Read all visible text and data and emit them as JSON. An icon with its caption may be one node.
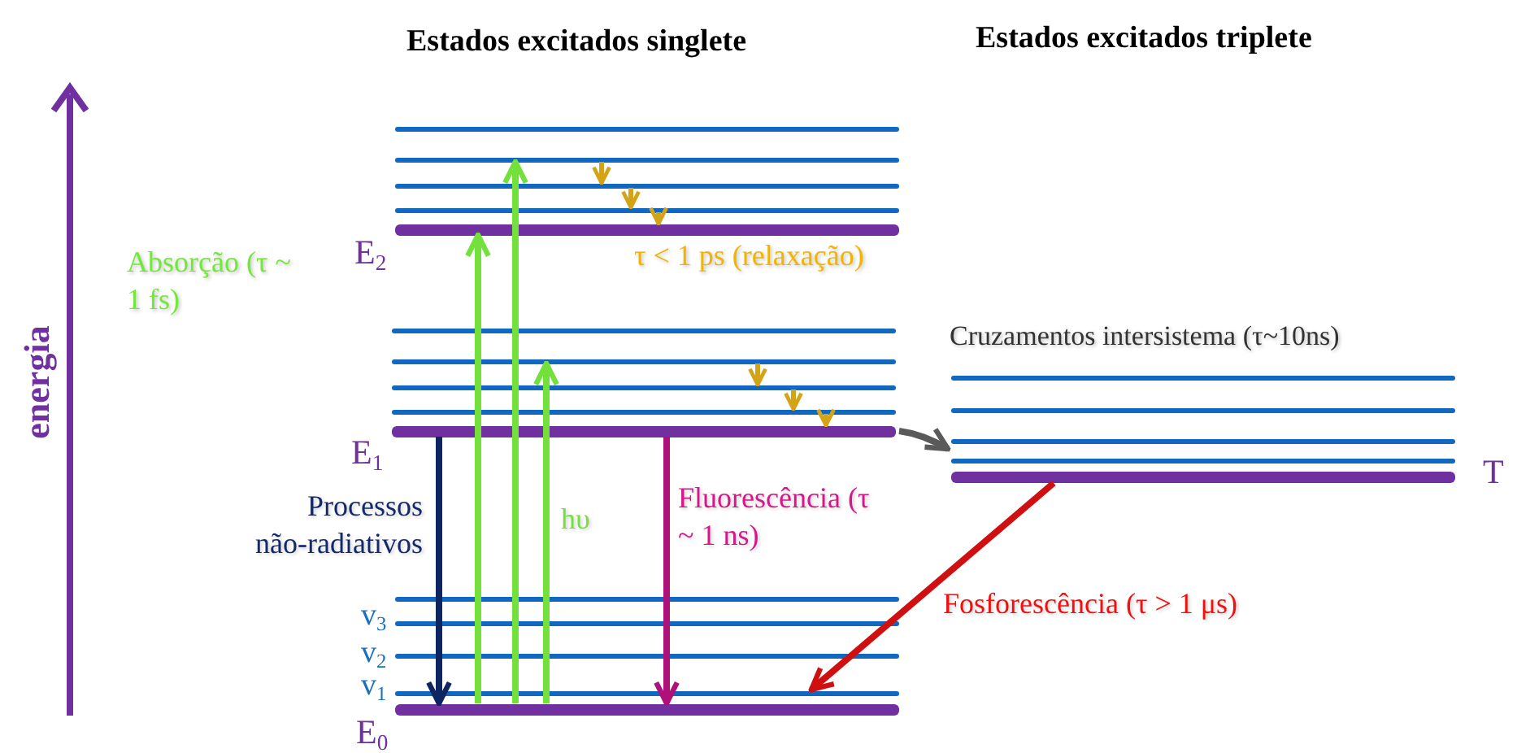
{
  "diagram": {
    "nodes": [
      {
        "text": [],
        "shape": "bar"
      },
      {
        "text": [],
        "shape": "bar"
      },
      {
        "text": [],
        "shape": "bar"
      },
      {
        "text": [],
        "shape": "bar"
      },
      {
        "text": [],
        "shape": "bar",
        "beside": [
          "E$_{2}$"
        ]
      },
      {
        "text": [],
        "shape": "bar"
      },
      {
        "text": [],
        "shape": "bar"
      },
      {
        "text": [],
        "shape": "bar"
      },
      {
        "text": [],
        "shape": "bar"
      },
      {
        "text": [],
        "shape": "bar",
        "beside": [
          "E$_{1}$"
        ]
      },
      {
        "text": [],
        "shape": "bar"
      },
      {
        "text": [],
        "shape": "bar"
      },
      {
        "text": [],
        "shape": "bar"
      },
      {
        "text": [],
        "shape": "bar"
      },
      {
        "text": [],
        "shape": "bar",
        "beside": [
          "T"
        ]
      },
      {
        "text": [],
        "shape": "bar"
      },
      {
        "text": [],
        "shape": "bar",
        "beside": [
          "v$_{3}$"
        ]
      },
      {
        "text": [],
        "shape": "bar",
        "beside": [
          "v$_{2}$"
        ]
      },
      {
        "text": [],
        "shape": "bar",
        "beside": [
          "v$_{1}$"
        ]
      },
      {
        "text": [],
        "shape": "bar",
        "beside": [
          "E$_{0}$"
        ]
      }
    ],
    "edges": [
      {
        "from": 19,
        "to": 4,
        "arrow": "to",
        "color": "#74e03c"
      },
      {
        "from": 19,
        "to": 1,
        "arrow": "to",
        "color": "#74e03c"
      },
      {
        "from": 19,
        "to": 6,
        "arrow": "to",
        "label": "hυ",
        "color": "#74e03c"
      },
      {
        "from": 9,
        "to": 19,
        "arrow": "to",
        "label": "Processos não-radiativos",
        "color": "#0d2560"
      },
      {
        "from": 9,
        "to": 19,
        "arrow": "to",
        "label": "Fluorescência (τ ~ 1 ns)",
        "color": "#b0107a"
      },
      {
        "from": 9,
        "to": 12,
        "arrow": "to",
        "color": "#5a5a5a"
      },
      {
        "from": 14,
        "to": 18,
        "arrow": "to",
        "label": "Fosforescência (τ > 1 μs)",
        "color": "#d01010"
      },
      {
        "from": 1,
        "to": 2,
        "arrow": "to",
        "color": "#d4a417"
      },
      {
        "from": 2,
        "to": 3,
        "arrow": "to",
        "color": "#d4a417"
      },
      {
        "from": 3,
        "to": 4,
        "arrow": "to",
        "color": "#d4a417"
      },
      {
        "from": 6,
        "to": 7,
        "arrow": "to",
        "color": "#d4a417"
      },
      {
        "from": 7,
        "to": 8,
        "arrow": "to",
        "color": "#d4a417"
      },
      {
        "from": 8,
        "to": 9,
        "arrow": "to",
        "color": "#d4a417"
      }
    ],
    "labels": [
      "Estados excitados singlete",
      "Estados excitados triplete",
      "energia",
      "Absorção (τ ~ 1 fs)",
      "τ < 1 ps (relaxação)",
      "Cruzamentos intersistema (τ~10ns)"
    ]
  }
}
